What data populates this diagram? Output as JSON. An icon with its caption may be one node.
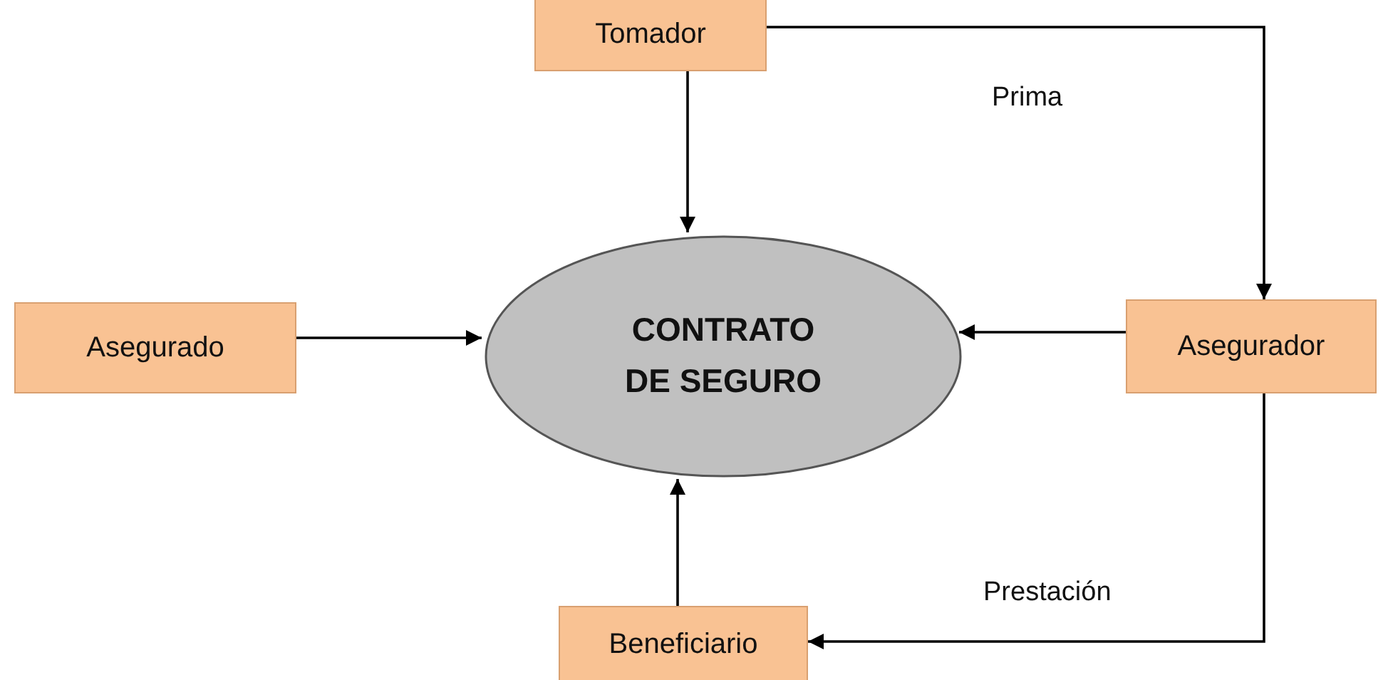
{
  "diagram": {
    "nodes": [
      {
        "text": [
          "Tomador"
        ]
      },
      {
        "text": [
          "Asegurado"
        ]
      },
      {
        "text": [
          "CONTRATO DE SEGURO"
        ]
      },
      {
        "text": [
          "Asegurador"
        ]
      },
      {
        "text": [
          "Beneficiario"
        ]
      }
    ],
    "edges": [
      {
        "from": 0,
        "to": 2,
        "arrow": "to"
      },
      {
        "from": 1,
        "to": 2,
        "arrow": "to"
      },
      {
        "from": 3,
        "to": 2,
        "arrow": "to"
      },
      {
        "from": 4,
        "to": 2,
        "arrow": "to"
      },
      {
        "from": 0,
        "to": 3,
        "arrow": "to",
        "label": "Prima"
      },
      {
        "from": 3,
        "to": 4,
        "arrow": "to",
        "label": "Prestación"
      }
    ]
  }
}
